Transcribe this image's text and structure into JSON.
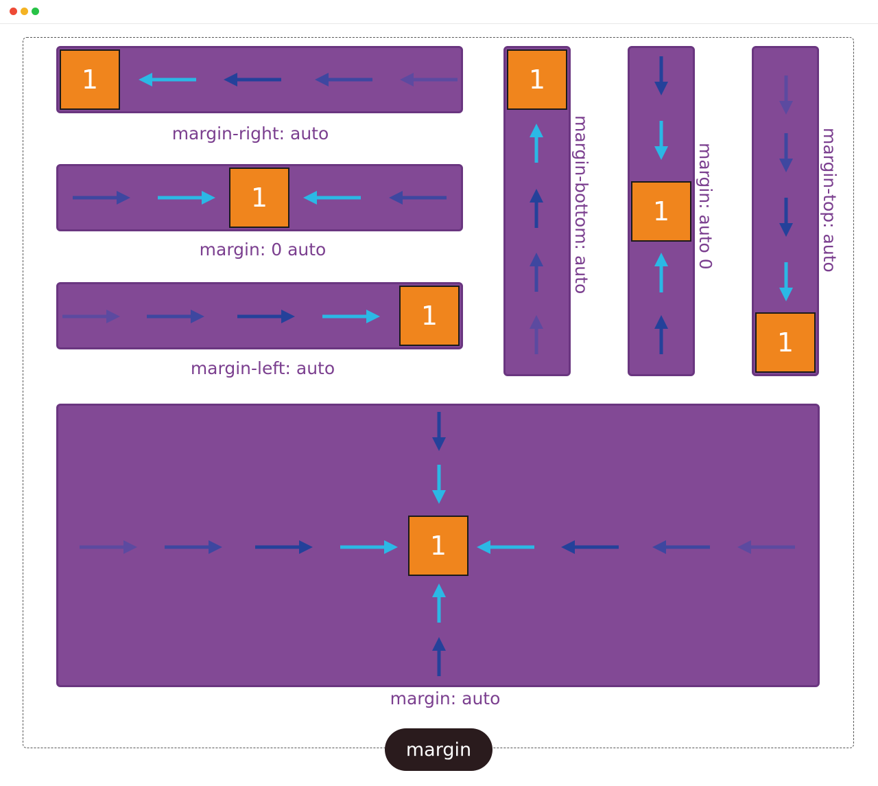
{
  "window": {
    "controls": [
      "close-dot",
      "minimize-dot",
      "maximize-dot"
    ]
  },
  "colors": {
    "container": "#824995",
    "container_border": "#6a3680",
    "item": "#f0851d",
    "caption": "#7b3f8f",
    "arrow_bright": "#2bb8e5",
    "arrow_dark": "#24419a",
    "arrow_mid": "#3e47a0",
    "arrow_faint": "#5c4aa0",
    "pill": "#2a1b1d",
    "close": "#ee4a36",
    "minimize": "#f4b323",
    "maximize": "#27c246"
  },
  "diagram": {
    "item_label": "1",
    "captions": {
      "margin_right": "margin-right: auto",
      "margin_0_auto": "margin: 0 auto",
      "margin_left": "margin-left: auto",
      "margin_bottom": "margin-bottom: auto",
      "margin_auto_0": "margin: auto 0",
      "margin_top": "margin-top: auto",
      "margin_auto": "margin: auto"
    },
    "title": "margin"
  }
}
